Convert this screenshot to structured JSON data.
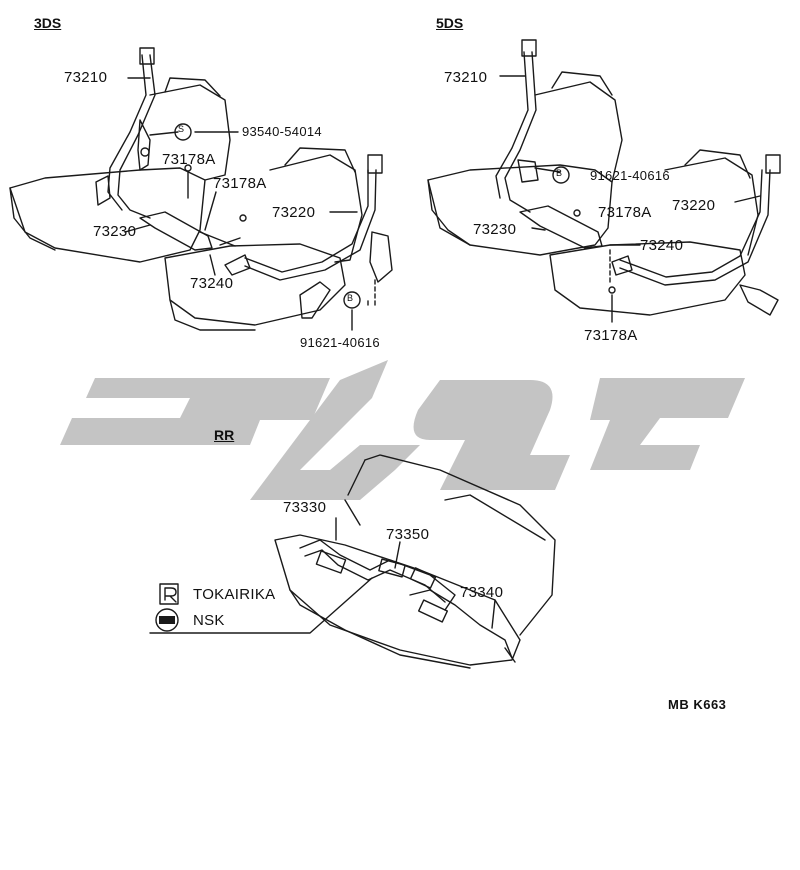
{
  "sections": {
    "front_3ds": "3DS",
    "front_5ds": "5DS",
    "rear": "RR"
  },
  "parts_3ds": {
    "p73210": "73210",
    "p93540": "93540-54014",
    "p73178a_1": "73178A",
    "p73178a_2": "73178A",
    "p73220": "73220",
    "p73230": "73230",
    "p73240": "73240",
    "p91621": "91621-40616",
    "marker_s": "S",
    "marker_b": "B"
  },
  "parts_5ds": {
    "p73210": "73210",
    "p91621": "91621-40616",
    "p73178a_1": "73178A",
    "p73220": "73220",
    "p73230": "73230",
    "p73240": "73240",
    "p73178a_2": "73178A",
    "marker_b": "B"
  },
  "parts_rr": {
    "p73330": "73330",
    "p73350": "73350",
    "p73340": "73340"
  },
  "legend": {
    "tokairika_symbol": "R",
    "tokairika_label": "TOKAIRIKA",
    "nsk_symbol": "NSK",
    "nsk_label": "NSK"
  },
  "reference_code": "MB K663",
  "colors": {
    "line": "#1a1a1a",
    "watermark": "#c4c4c4",
    "background": "#ffffff"
  }
}
